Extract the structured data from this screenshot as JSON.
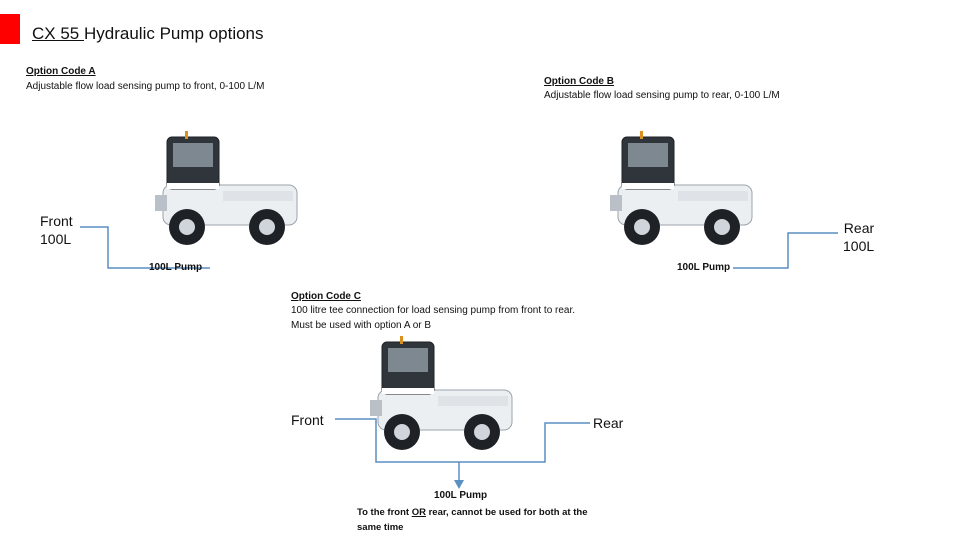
{
  "title": {
    "model": "CX 55 ",
    "rest": "Hydraulic Pump options"
  },
  "option_a": {
    "code": "Option Code A",
    "description": "Adjustable flow load sensing pump to front, 0-100 L/M",
    "side_label_1": "Front",
    "side_label_2": "100L",
    "pump_label": "100L Pump"
  },
  "option_b": {
    "code": "Option Code B",
    "description": "Adjustable flow load sensing pump to rear, 0-100 L/M",
    "side_label_1": "Rear",
    "side_label_2": "100L",
    "pump_label": "100L Pump"
  },
  "option_c": {
    "code": "Option Code C",
    "description_1": "100 litre tee connection for load sensing pump from front to rear.",
    "description_2": "Must be used with option A or B",
    "front_label": "Front",
    "rear_label": "Rear",
    "pump_label": "100L Pump",
    "note_before": "To the front ",
    "note_or": "OR",
    "note_after": " rear, cannot be used for both at the same time"
  },
  "colors": {
    "accent": "#ff0000",
    "line": "#5a8fc4"
  }
}
